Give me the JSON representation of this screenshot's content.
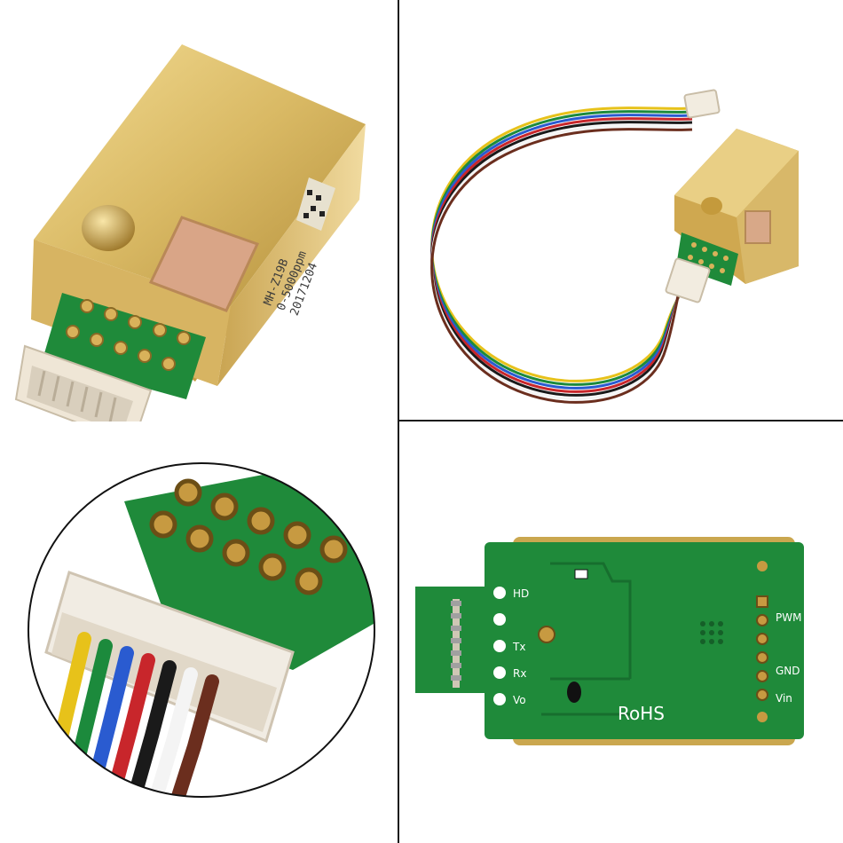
{
  "module": {
    "model": "MH-Z19B",
    "range": "0-5000ppm",
    "date": "20171204"
  },
  "pcb_labels": {
    "hd": "HD",
    "tx": "Tx",
    "rx": "Rx",
    "vo": "Vo",
    "pwm": "PWM",
    "gnd": "GND",
    "vin": "Vin",
    "rohs": "RoHS"
  },
  "colors": {
    "gold": "#d4b45a",
    "pcb_green": "#1f8a3a",
    "divider": "#1a1a1a"
  },
  "wire_colors": [
    "#e7c21a",
    "#1c8a3c",
    "#2a5bd0",
    "#c8262b",
    "#1a1a1a",
    "#f4f4f4",
    "#6b2e1e"
  ]
}
